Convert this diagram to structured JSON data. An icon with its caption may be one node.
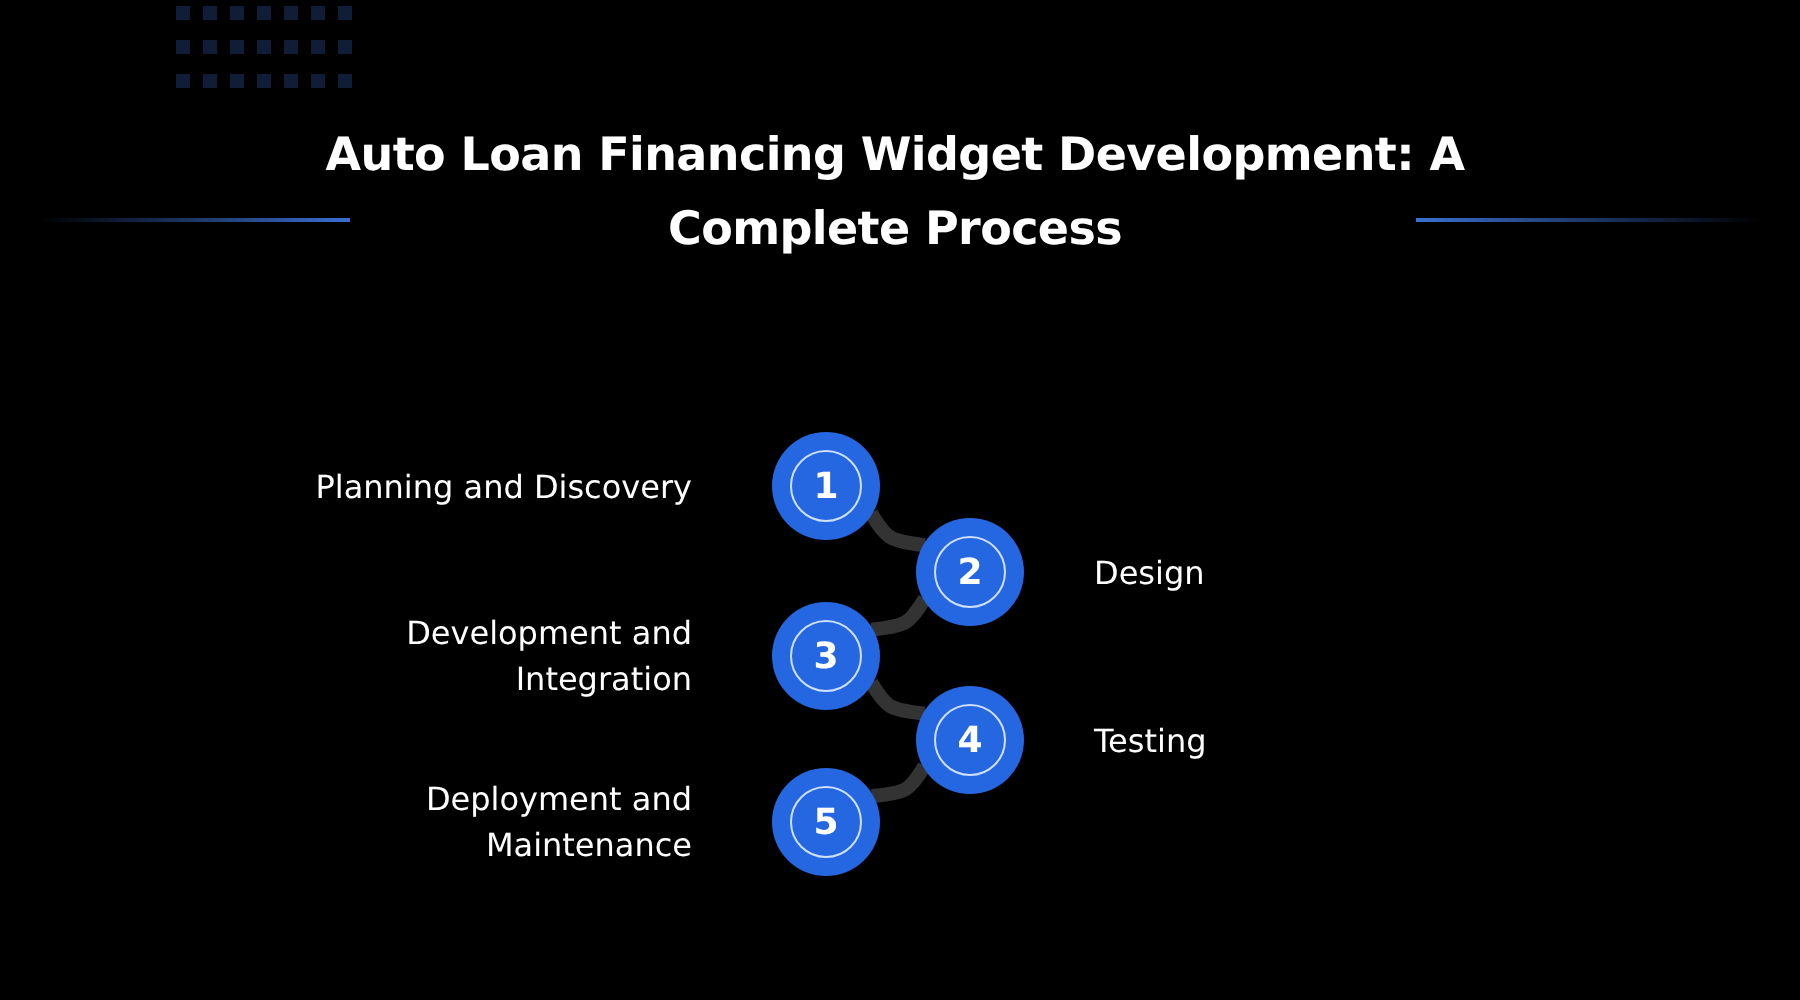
{
  "diagram": {
    "title": "Auto Loan Financing Widget Development: A Complete Process",
    "nodes": [
      {
        "text": [
          "1"
        ],
        "beside": [
          "Planning and Discovery"
        ]
      },
      {
        "text": [
          "2"
        ],
        "beside": [
          "Design"
        ]
      },
      {
        "text": [
          "3"
        ],
        "beside": [
          "Development and Integration"
        ]
      },
      {
        "text": [
          "4"
        ],
        "beside": [
          "Testing"
        ]
      },
      {
        "text": [
          "5"
        ],
        "beside": [
          "Deployment and Maintenance"
        ]
      }
    ],
    "edges": [
      {
        "from": 0,
        "to": 1,
        "arrow": "none"
      },
      {
        "from": 1,
        "to": 2,
        "arrow": "none"
      },
      {
        "from": 2,
        "to": 3,
        "arrow": "none"
      },
      {
        "from": 3,
        "to": 4,
        "arrow": "none"
      }
    ]
  }
}
